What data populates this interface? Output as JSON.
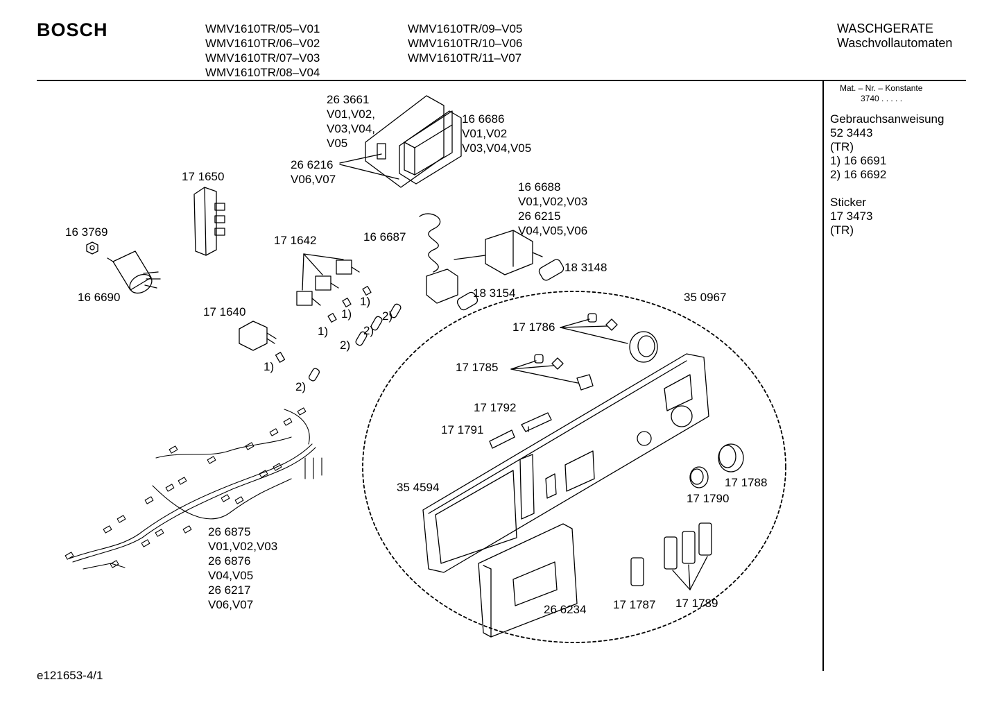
{
  "header": {
    "brand": "BOSCH",
    "models_col1": [
      "WMV1610TR/05–V01",
      "WMV1610TR/06–V02",
      "WMV1610TR/07–V03",
      "WMV1610TR/08–V04"
    ],
    "models_col2": [
      "WMV1610TR/09–V05",
      "WMV1610TR/10–V06",
      "WMV1610TR/11–V07"
    ],
    "category": [
      "WASCHGERATE",
      "Waschvollautomaten"
    ]
  },
  "sidebar": {
    "mat_label": "Mat. – Nr. – Konstante",
    "mat_value": "3740 . . . . .",
    "manual_title": "Gebrauchsanweisung",
    "manual_lines": [
      "52 3443",
      "(TR)",
      "1) 16 6691",
      "2) 16 6692"
    ],
    "sticker_title": "Sticker",
    "sticker_lines": [
      "17 3473",
      "(TR)"
    ]
  },
  "parts": {
    "p263661": [
      "26 3661",
      "V01,V02,",
      "V03,V04,",
      "V05"
    ],
    "p166686": [
      "16 6686",
      "V01,V02",
      "V03,V04,V05"
    ],
    "p266216": [
      "26 6216",
      "V06,V07"
    ],
    "p171650": "17 1650",
    "p166688": [
      "16 6688",
      "V01,V02,V03",
      "26 6215",
      "V04,V05,V06"
    ],
    "p163769": "16 3769",
    "p171642": "17 1642",
    "p166687": "16 6687",
    "p183148": "18 3148",
    "p166690": "16 6690",
    "p183154": "18 3154",
    "p350967": "35 0967",
    "p171640": "17 1640",
    "p171786": "17 1786",
    "p171785": "17 1785",
    "p171792": "17 1792",
    "p171791": "17 1791",
    "p354594": "35 4594",
    "p171788": "17 1788",
    "p171790": "17 1790",
    "p266875": [
      "26 6875",
      "V01,V02,V03",
      "26 6876",
      "V04,V05",
      "26 6217",
      "V06,V07"
    ],
    "p266234": "26 6234",
    "p171787": "17 1787",
    "p171789": "17 1789",
    "n1a": "1)",
    "n1b": "1)",
    "n1c": "1)",
    "n1d": "1)",
    "n2a": "2)",
    "n2b": "2)",
    "n2c": "2)",
    "n2d": "2)"
  },
  "footer": {
    "code": "e121653-4/1"
  }
}
